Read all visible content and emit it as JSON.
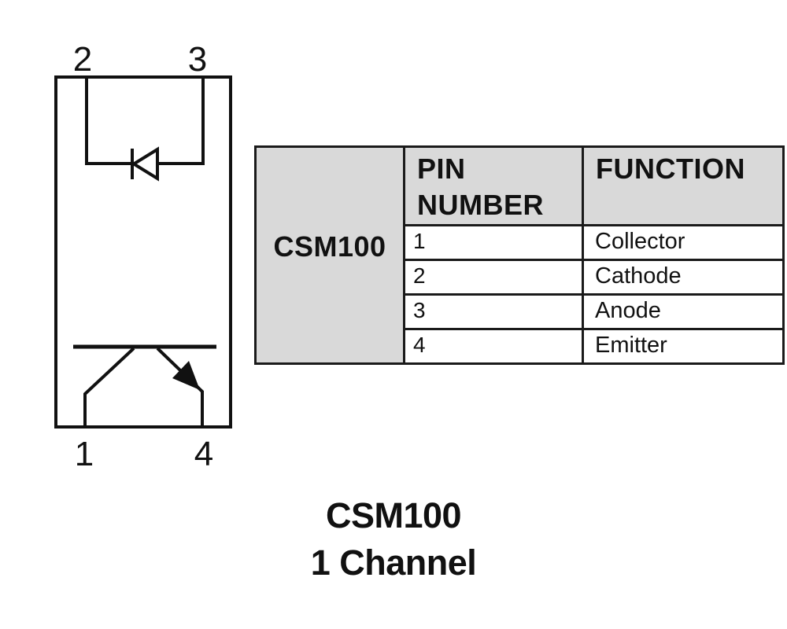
{
  "schematic": {
    "pin_labels": {
      "top_left": "2",
      "top_right": "3",
      "bottom_left": "1",
      "bottom_right": "4"
    }
  },
  "table": {
    "device_name": "CSM100",
    "headers": {
      "pin_number": "PIN NUMBER",
      "function": "FUNCTION"
    },
    "rows": [
      {
        "pin": "1",
        "function": "Collector"
      },
      {
        "pin": "2",
        "function": "Cathode"
      },
      {
        "pin": "3",
        "function": "Anode"
      },
      {
        "pin": "4",
        "function": "Emitter"
      }
    ]
  },
  "caption": {
    "line1": "CSM100",
    "line2": "1 Channel"
  },
  "colors": {
    "line": "#111111",
    "table_header_bg": "#d9d9d9",
    "background": "#ffffff"
  }
}
